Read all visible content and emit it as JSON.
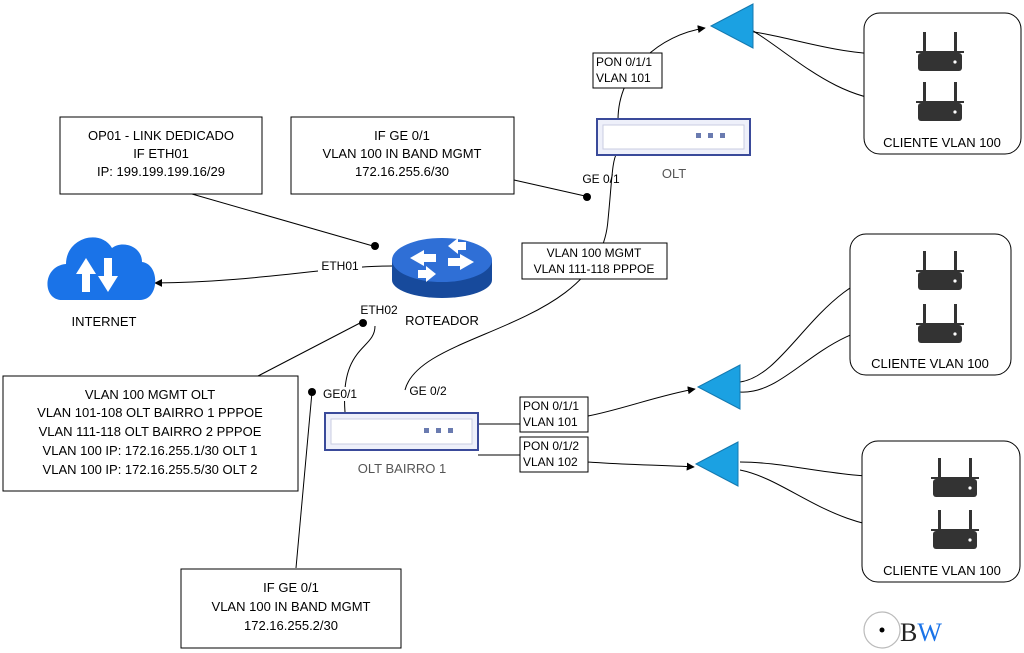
{
  "notes": {
    "op01": [
      "OP01 - LINK DEDICADO",
      "IF ETH01",
      "IP: 199.199.199.16/29"
    ],
    "olt_top_if": [
      "IF GE 0/1",
      "VLAN 100 IN BAND MGMT",
      "172.16.255.6/30"
    ],
    "router_vlans": [
      "VLAN 100 MGMT OLT",
      "VLAN 101-108 OLT BAIRRO 1 PPPOE",
      "VLAN 111-118 OLT BAIRRO 2 PPPOE",
      "VLAN 100 IP: 172.16.255.1/30 OLT 1",
      "VLAN 100 IP: 172.16.255.5/30 OLT 2"
    ],
    "olt_bairro_if": [
      "IF GE 0/1",
      "VLAN 100 IN BAND MGMT",
      "172.16.255.2/30"
    ],
    "trunk": [
      "VLAN 100 MGMT",
      "VLAN 111-118 PPPOE"
    ],
    "pon_top": [
      "PON 0/1/1",
      "VLAN 101"
    ],
    "pon_b1": [
      "PON 0/1/1",
      "VLAN 101"
    ],
    "pon_b2": [
      "PON 0/1/2",
      "VLAN 102"
    ]
  },
  "labels": {
    "internet": "INTERNET",
    "router": "ROTEADOR",
    "eth01": "ETH01",
    "eth02": "ETH02",
    "olt": "OLT",
    "olt_ge": "GE 0/1",
    "olt_bairro": "OLT BAIRRO 1",
    "olt_bairro_ge01": "GE0/1",
    "olt_bairro_ge02": "GE 0/2"
  },
  "clients": {
    "top": "CLIENTE VLAN 100",
    "mid": "CLIENTE VLAN 100",
    "bottom": "CLIENTE VLAN 100"
  },
  "logo": {
    "text": "BW"
  },
  "colors": {
    "cloud": "#1a73e8",
    "router": "#1e5bb8",
    "splitter": "#1ba1e2",
    "olt_border": "#3a4a9a",
    "ont": "#333333"
  },
  "icons": {
    "cloud": "cloud-upload-download-icon",
    "router": "router-icon",
    "splitter": "optical-splitter-icon",
    "ont": "wireless-router-icon"
  }
}
